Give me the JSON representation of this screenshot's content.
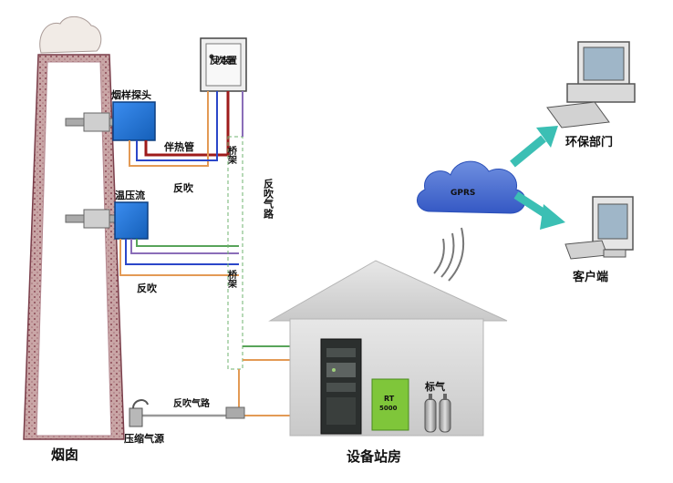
{
  "labels": {
    "chimney": "烟囱",
    "smoke_probe": "烟样探头",
    "heat_pipe": "伴热管",
    "backblow_device": "反吹装置",
    "backblow_1": "反吹",
    "temp_pressure_flow": "温压流",
    "backblow_2": "反吹",
    "bridge_1": "桥架",
    "bridge_2": "桥架",
    "backblow_air_path": "反吹气路",
    "cloud": "GPRS",
    "env_dept": "环保部门",
    "client": "客户端",
    "calib_gas": "标气",
    "backblow_gas_line": "反吹气路",
    "air_source": "压缩气源",
    "station": "设备站房",
    "cabinet_label_1": "RT",
    "cabinet_label_2": "5000"
  },
  "colors": {
    "chimney_fill": "#c9a6a6",
    "chimney_line": "#7a3e4a",
    "probe_blue": "#1f6fd1",
    "heat_pipe_red": "#9e1b1b",
    "line_orange": "#e39a55",
    "line_green": "#58a45a",
    "line_blue": "#2b47c9",
    "line_purple": "#8a6db8",
    "cloud_blue": "#4a73d6",
    "arrow_teal": "#3bbfb4",
    "house_gray": "#dcdcdc",
    "cabinet_dark": "#2b2f2e",
    "box_green": "#7fc63a"
  }
}
